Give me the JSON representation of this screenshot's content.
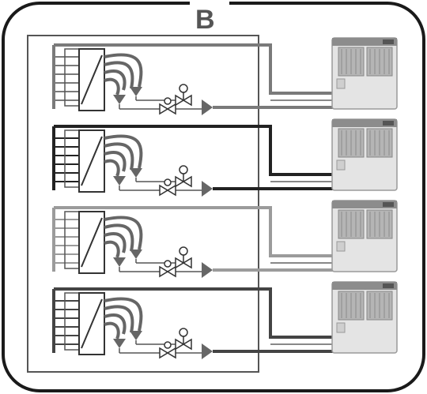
{
  "title_letter": "B",
  "colors": {
    "frame": "#1a1a1a",
    "panel_border": "#555555",
    "module_line_1": "#7a7a7a",
    "module_line_2": "#222222",
    "module_line_3": "#9b9b9b",
    "module_line_4": "#444444",
    "outdoor_unit_body": "#e4e4e4",
    "outdoor_unit_dark": "#8c8c8c",
    "fan_grille": "#b5b5b5",
    "valve_fill": "#666666"
  },
  "modules": [
    {
      "id": 1,
      "line_color": "module_line_1"
    },
    {
      "id": 2,
      "line_color": "module_line_2"
    },
    {
      "id": 3,
      "line_color": "module_line_3"
    },
    {
      "id": 4,
      "line_color": "module_line_4"
    }
  ],
  "outdoor_units": [
    {
      "id": 1,
      "icon": "outdoor-condensing-unit"
    },
    {
      "id": 2,
      "icon": "outdoor-condensing-unit"
    },
    {
      "id": 3,
      "icon": "outdoor-condensing-unit"
    },
    {
      "id": 4,
      "icon": "outdoor-condensing-unit"
    }
  ]
}
